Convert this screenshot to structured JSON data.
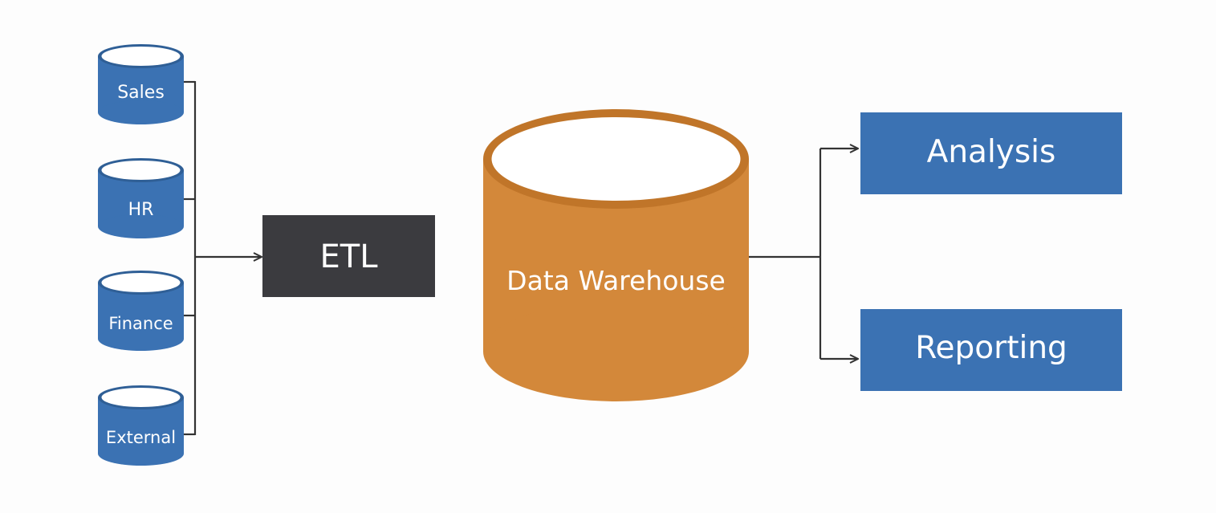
{
  "diagram": {
    "sources": [
      {
        "label": "Sales"
      },
      {
        "label": "HR"
      },
      {
        "label": "Finance"
      },
      {
        "label": "External"
      }
    ],
    "etl": {
      "label": "ETL"
    },
    "warehouse": {
      "label": "Data Warehouse"
    },
    "outputs": [
      {
        "label": "Analysis"
      },
      {
        "label": "Reporting"
      }
    ]
  },
  "colors": {
    "source_fill": "#3b72b3",
    "source_rim": "#2f5f96",
    "etl_fill": "#3b3b3f",
    "warehouse_fill": "#d3883a",
    "warehouse_rim": "#c07529",
    "output_fill": "#3b72b3",
    "connector": "#333333",
    "background": "#fdfdfd"
  }
}
